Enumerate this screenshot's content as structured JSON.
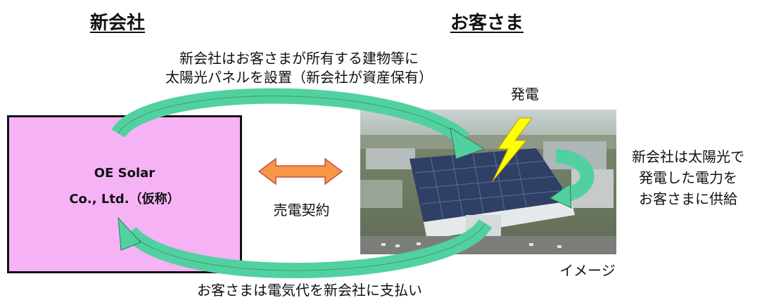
{
  "headings": {
    "company": "新会社",
    "customer": "お客さま"
  },
  "top_caption": {
    "line1": "新会社はお客さまが所有する建物等に",
    "line2": "太陽光パネルを設置（新会社が資産保有）"
  },
  "company_box": {
    "line1": "OE Solar",
    "line2": "Co., Ltd.（仮称）"
  },
  "contract_label": "売電契約",
  "generation_label": "発電",
  "supply_caption": {
    "line1": "新会社は太陽光で",
    "line2": "発電した電力を",
    "line3": "お客さまに供給"
  },
  "image_label": "イメージ",
  "bottom_caption": "お客さまは電気代を新会社に支払い",
  "colors": {
    "company_fill": "#f5b3f5",
    "arrow_green": "#52d1a0",
    "contract_arrow": "#f79646",
    "lightning": "#ffff00"
  }
}
